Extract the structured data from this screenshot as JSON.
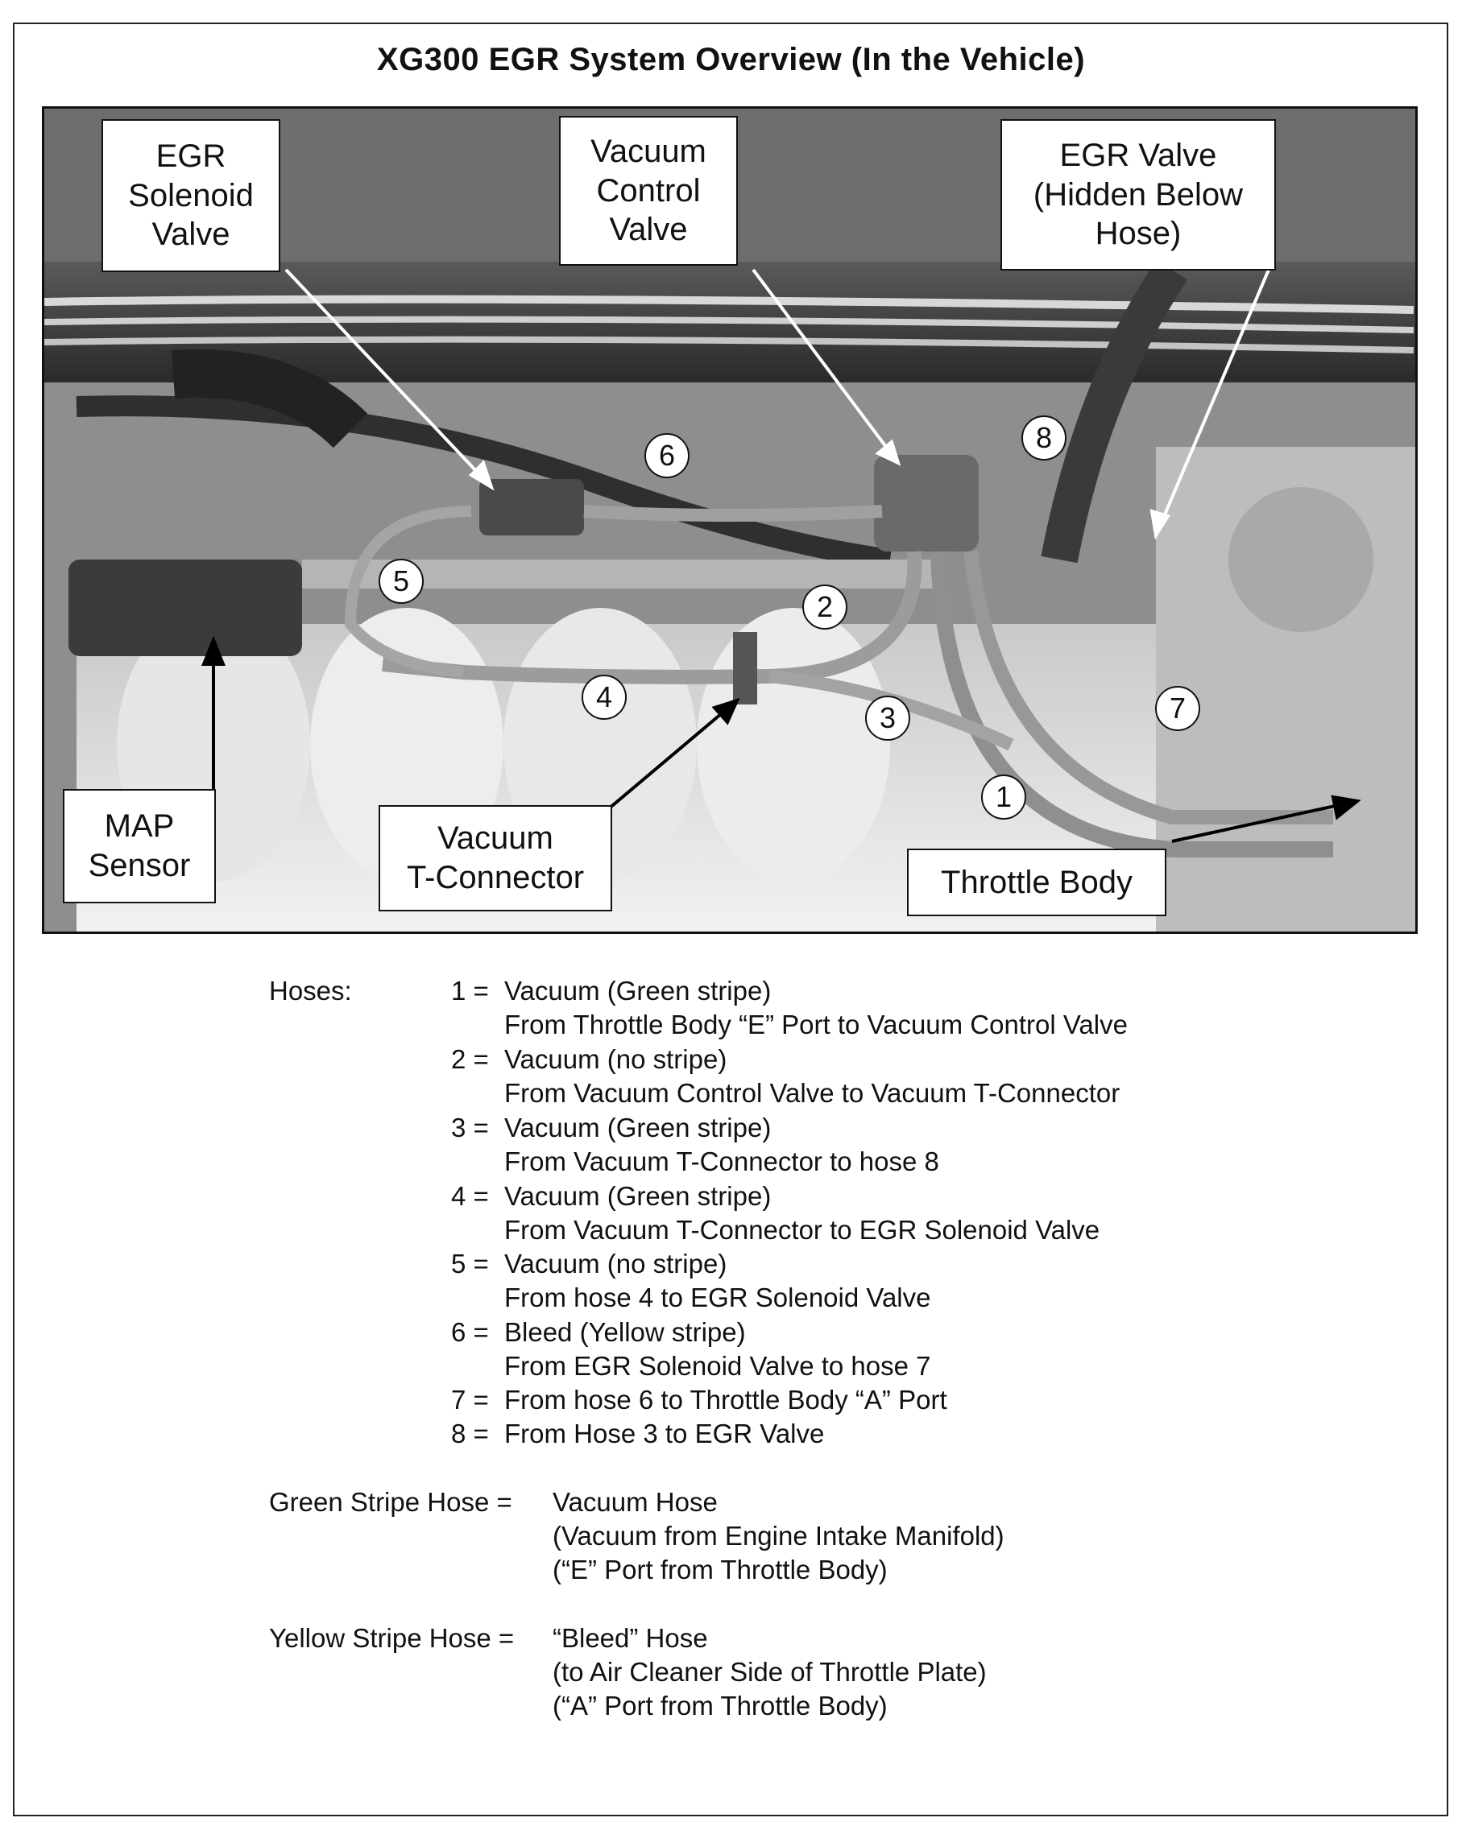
{
  "title": "XG300 EGR System Overview (In the Vehicle)",
  "callouts": {
    "egr_solenoid": "EGR\nSolenoid\nValve",
    "vacuum_control": "Vacuum\nControl\nValve",
    "egr_valve": "EGR Valve\n(Hidden Below\nHose)",
    "map_sensor": "MAP\nSensor",
    "t_connector": "Vacuum\nT-Connector",
    "throttle_body": "Throttle Body"
  },
  "hose_numbers": [
    "1",
    "2",
    "3",
    "4",
    "5",
    "6",
    "7",
    "8"
  ],
  "legend": {
    "hoses_label": "Hoses:",
    "hoses": [
      {
        "id": "1 =",
        "type": "Vacuum (Green stripe)",
        "route": "From Throttle Body “E” Port to Vacuum Control Valve"
      },
      {
        "id": "2 =",
        "type": "Vacuum (no stripe)",
        "route": "From Vacuum Control Valve to Vacuum T-Connector"
      },
      {
        "id": "3 =",
        "type": "Vacuum (Green stripe)",
        "route": "From Vacuum T-Connector to hose 8"
      },
      {
        "id": "4 =",
        "type": "Vacuum (Green stripe)",
        "route": "From Vacuum T-Connector to EGR Solenoid Valve"
      },
      {
        "id": "5 =",
        "type": "Vacuum (no stripe)",
        "route": "From hose 4 to EGR Solenoid Valve"
      },
      {
        "id": "6 =",
        "type": "Bleed (Yellow stripe)",
        "route": "From EGR Solenoid Valve to hose 7"
      },
      {
        "id": "7 =",
        "type": "From hose 6 to Throttle Body “A” Port",
        "route": ""
      },
      {
        "id": "8 =",
        "type": "From Hose 3 to EGR Valve",
        "route": ""
      }
    ],
    "green": {
      "label": "Green Stripe Hose =",
      "lines": [
        "Vacuum Hose",
        "(Vacuum from Engine Intake Manifold)",
        "(“E” Port from Throttle Body)"
      ]
    },
    "yellow": {
      "label": "Yellow Stripe Hose =",
      "lines": [
        "“Bleed” Hose",
        "(to Air Cleaner Side of Throttle Plate)",
        "(“A” Port from Throttle Body)"
      ]
    }
  }
}
